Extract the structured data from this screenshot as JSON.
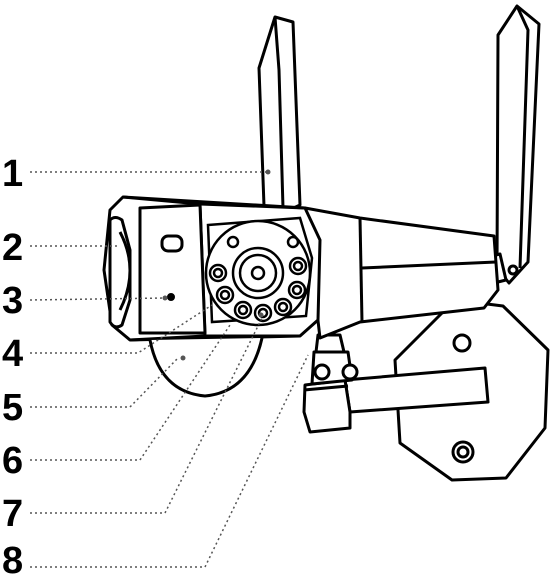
{
  "callouts": [
    {
      "label": "1"
    },
    {
      "label": "2"
    },
    {
      "label": "3"
    },
    {
      "label": "4"
    },
    {
      "label": "5"
    },
    {
      "label": "6"
    },
    {
      "label": "7"
    },
    {
      "label": "8"
    }
  ],
  "colors": {
    "line": "#000000",
    "leader": "#555555",
    "fill": "#ffffff"
  }
}
